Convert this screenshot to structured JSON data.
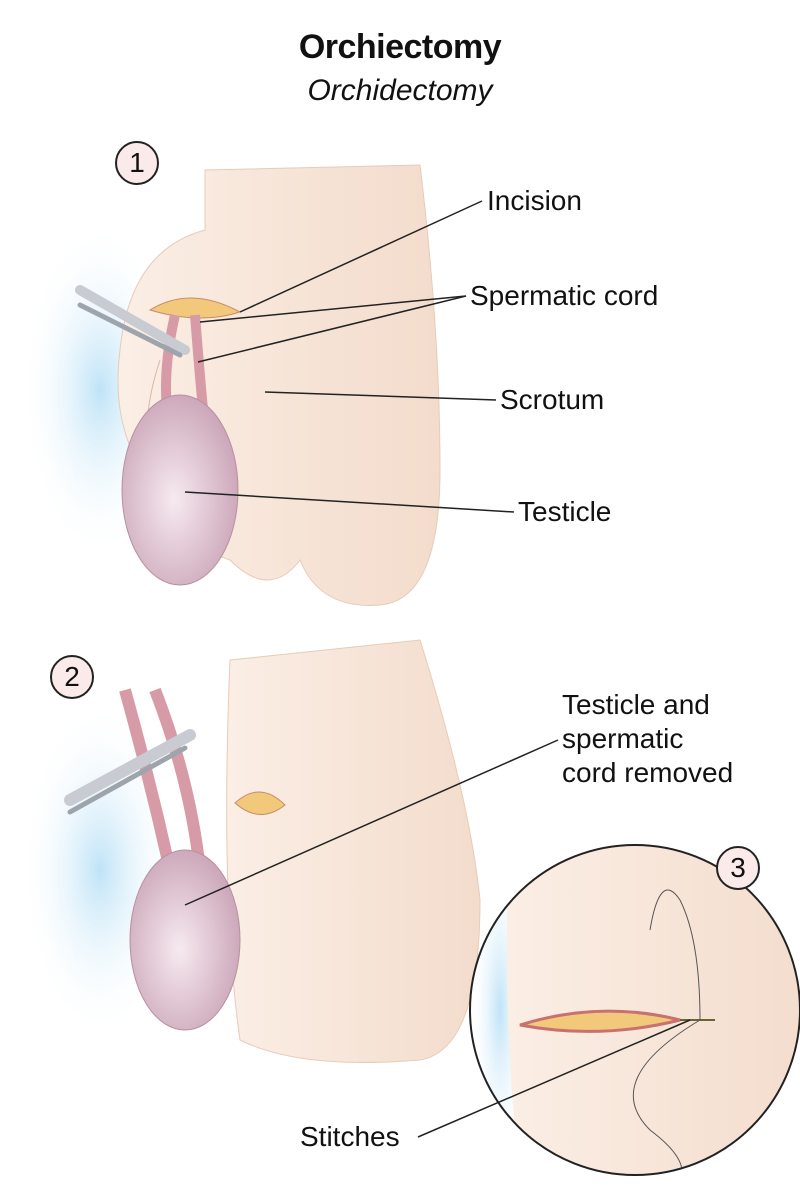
{
  "title": "Orchiectomy",
  "subtitle": "Orchidectomy",
  "steps": [
    "1",
    "2",
    "3"
  ],
  "labels": {
    "incision": "Incision",
    "spermatic_cord": "Spermatic cord",
    "scrotum": "Scrotum",
    "testicle": "Testicle",
    "removed_line1": "Testicle and",
    "removed_line2": "spermatic",
    "removed_line3": "cord removed",
    "stitches": "Stitches"
  },
  "colors": {
    "skin": "#f6e3d6",
    "testicle": "#ecd3dc",
    "cord": "#d79aa7",
    "glow": "#bfe3f7"
  }
}
